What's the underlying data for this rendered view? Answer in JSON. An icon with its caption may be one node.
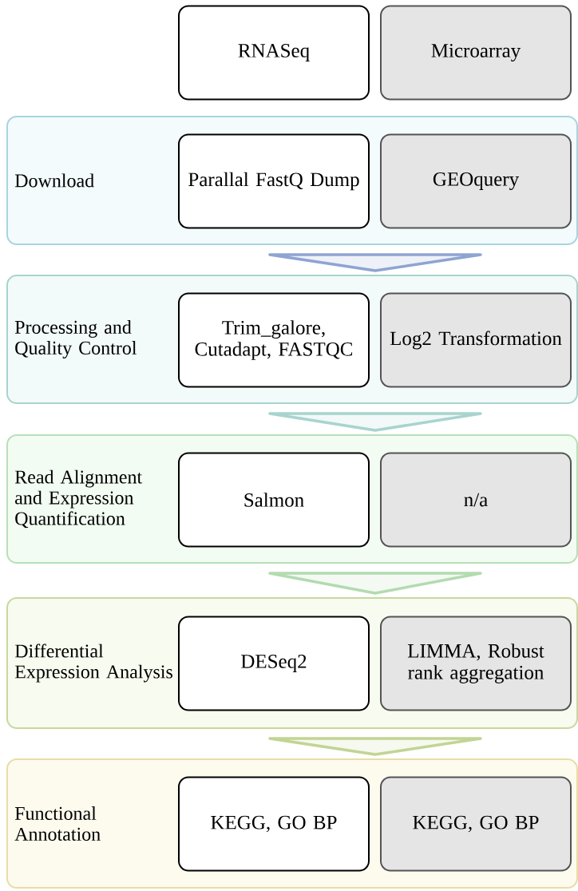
{
  "diagram": {
    "nodes": [
      {
        "text": [
          "RNASeq"
        ]
      },
      {
        "text": [
          "Microarray"
        ]
      },
      {
        "text": [
          "Download"
        ]
      },
      {
        "text": [
          "Parallal FastQ Dump"
        ],
        "in": 2
      },
      {
        "text": [
          "GEOquery"
        ],
        "in": 2
      },
      {
        "text": [
          "Processing and Quality Control"
        ]
      },
      {
        "text": [
          "Trim_galore, Cutadapt, FASTQC"
        ],
        "in": 5
      },
      {
        "text": [
          "Log2 Transformation"
        ],
        "in": 5
      },
      {
        "text": [
          "Read Alignment and Expression Quantification"
        ]
      },
      {
        "text": [
          "Salmon"
        ],
        "in": 8
      },
      {
        "text": [
          "n/a"
        ],
        "in": 8
      },
      {
        "text": [
          "Differential Expression Analysis"
        ]
      },
      {
        "text": [
          "DESeq2"
        ],
        "in": 11
      },
      {
        "text": [
          "LIMMA, Robust rank aggregation"
        ],
        "in": 11
      },
      {
        "text": [
          "Functional Annotation"
        ]
      },
      {
        "text": [
          "KEGG, GO BP"
        ],
        "in": 14
      },
      {
        "text": [
          "KEGG, GO BP"
        ],
        "in": 14
      }
    ],
    "edges": [
      {
        "from": 2,
        "to": 5,
        "arrow": "to",
        "style": "thick",
        "color": "#8ea4d2"
      },
      {
        "from": 5,
        "to": 8,
        "arrow": "to",
        "style": "thick",
        "color": "#a8d4cf"
      },
      {
        "from": 8,
        "to": 11,
        "arrow": "to",
        "style": "thick",
        "color": "#b3dbb0"
      },
      {
        "from": 11,
        "to": 14,
        "arrow": "to",
        "style": "thick",
        "color": "#c2d494"
      }
    ]
  }
}
